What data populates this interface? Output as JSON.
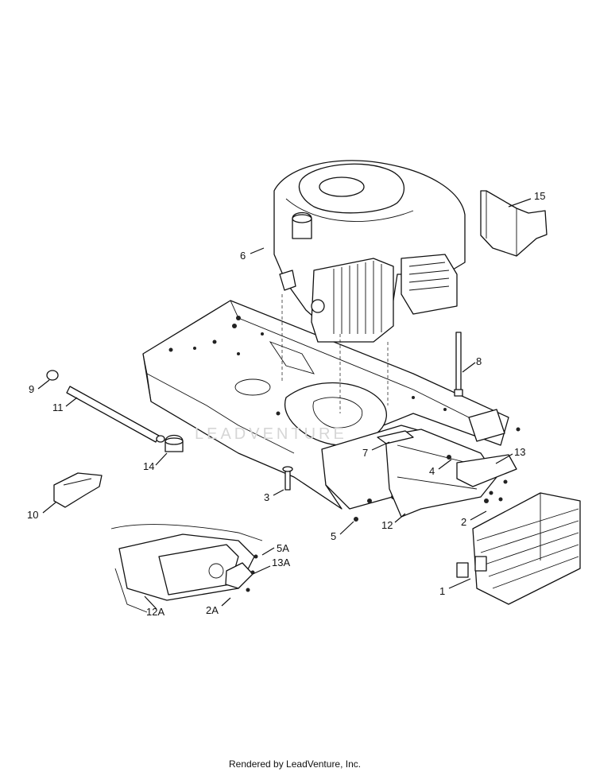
{
  "callouts": [
    {
      "label": "1"
    },
    {
      "label": "2"
    },
    {
      "label": "2A"
    },
    {
      "label": "3"
    },
    {
      "label": "4"
    },
    {
      "label": "5"
    },
    {
      "label": "5A"
    },
    {
      "label": "6"
    },
    {
      "label": "7"
    },
    {
      "label": "8"
    },
    {
      "label": "9"
    },
    {
      "label": "10"
    },
    {
      "label": "11"
    },
    {
      "label": "12"
    },
    {
      "label": "12A"
    },
    {
      "label": "13"
    },
    {
      "label": "13A"
    },
    {
      "label": "14"
    },
    {
      "label": "15"
    }
  ],
  "watermark": "LEADVENTURE",
  "footer": "Rendered by LeadVenture, Inc."
}
